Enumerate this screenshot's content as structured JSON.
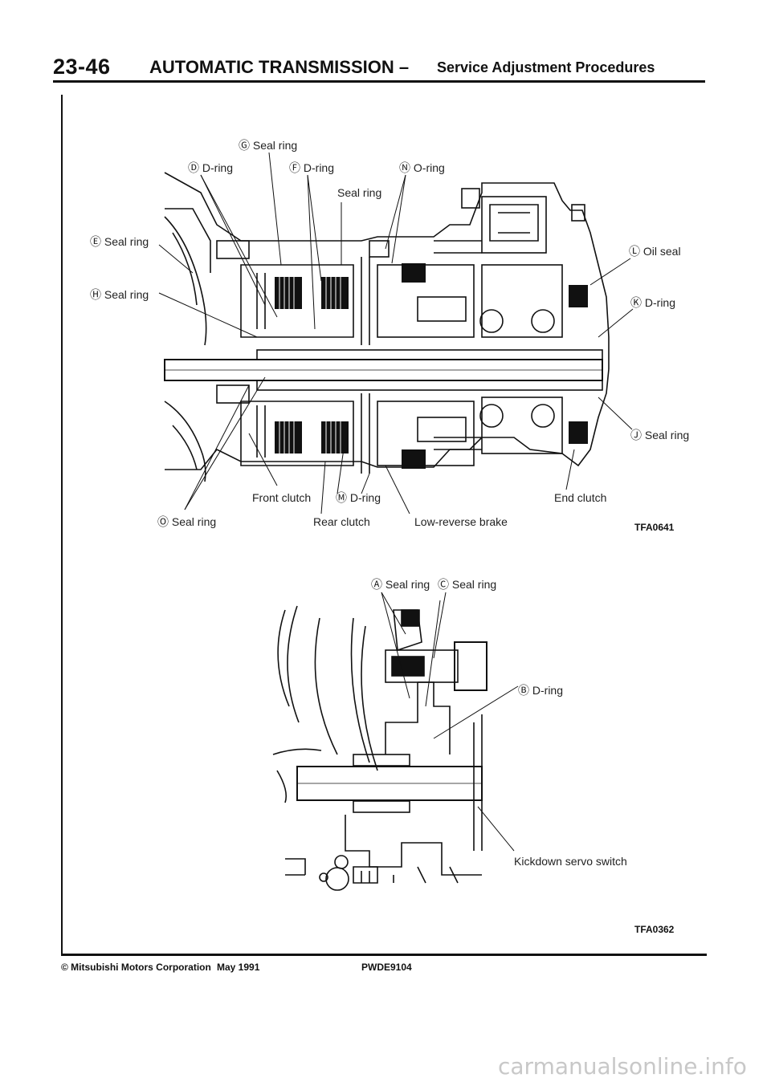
{
  "header": {
    "page_number": "23-46",
    "title": "AUTOMATIC TRANSMISSION –",
    "subtitle": "Service Adjustment Procedures"
  },
  "figure1": {
    "code": "TFA0641",
    "labels": {
      "G": "Ⓖ Seal ring",
      "D": "Ⓓ D-ring",
      "F": "Ⓕ D-ring",
      "N": "Ⓝ O-ring",
      "seal": "Seal ring",
      "E": "Ⓔ Seal ring",
      "H": "Ⓗ Seal ring",
      "L": "Ⓛ Oil seal",
      "K": "Ⓚ D-ring",
      "J": "Ⓙ Seal ring",
      "front_clutch": "Front clutch",
      "M": "Ⓜ D-ring",
      "end_clutch": "End clutch",
      "O": "Ⓞ Seal ring",
      "rear_clutch": "Rear clutch",
      "low_reverse": "Low-reverse brake"
    }
  },
  "figure2": {
    "code": "TFA0362",
    "labels": {
      "A": "Ⓐ Seal ring",
      "C": "Ⓒ Seal ring",
      "B": "Ⓑ D-ring",
      "kickdown": "Kickdown servo switch"
    }
  },
  "footer": {
    "copyright": "© Mitsubishi Motors Corporation",
    "date": "May 1991",
    "code": "PWDE9104"
  },
  "watermark": "carmanualsonline.info"
}
